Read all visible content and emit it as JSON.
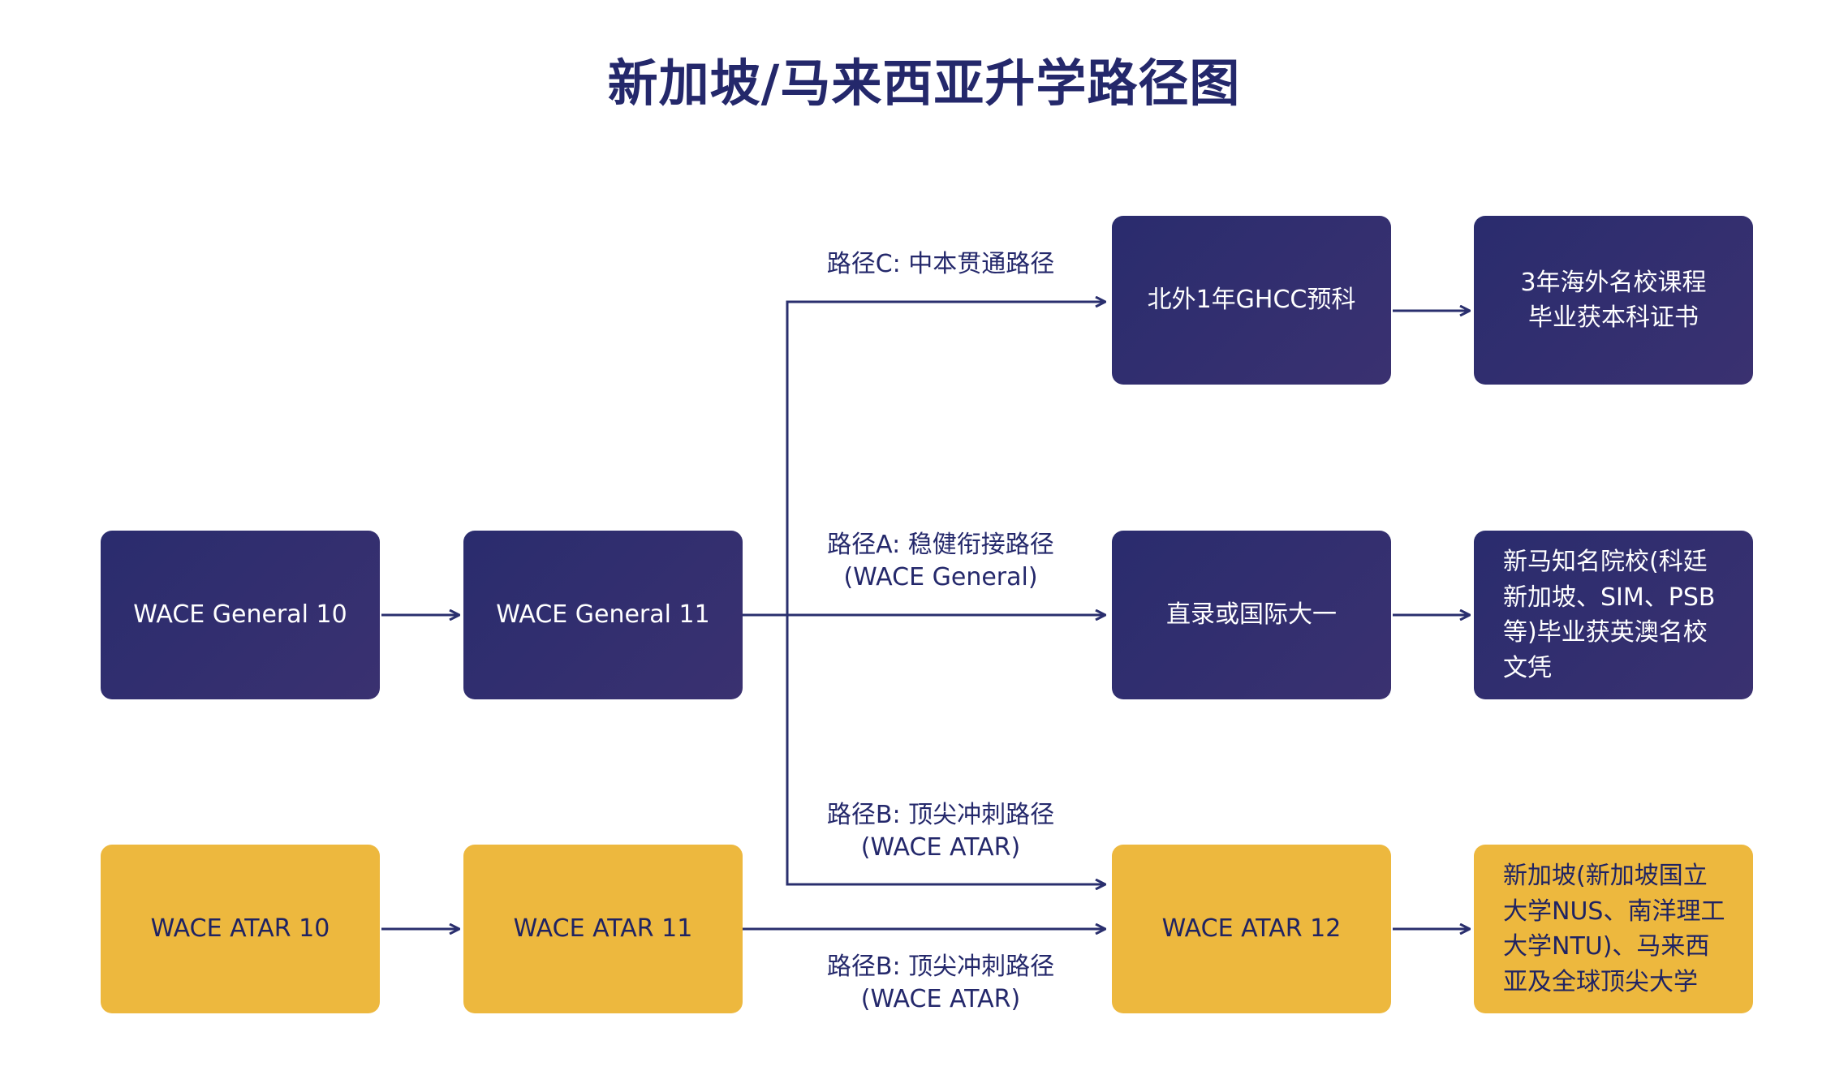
{
  "title": "新加坡/马来西亚升学路径图",
  "colors": {
    "navy": "#2e2f6e",
    "gold": "#edb83e",
    "text_dark": "#24286b",
    "arrow": "#2a2f6e"
  },
  "boxes": {
    "general10": "WACE General 10",
    "general11": "WACE General 11",
    "ghcc": "北外1年GHCC预科",
    "overseas": "3年海外名校课程\n毕业获本科证书",
    "direct": "直录或国际大一",
    "sgmy_schools": "新马知名院校(科廷\n新加坡、SIM、PSB\n等)毕业获英澳名校\n文凭",
    "atar10": "WACE ATAR 10",
    "atar11": "WACE ATAR 11",
    "atar12": "WACE ATAR 12",
    "top_unis": "新加坡(新加坡国立\n大学NUS、南洋理工\n大学NTU)、马来西\n亚及全球顶尖大学"
  },
  "labels": {
    "path_c": "路径C: 中本贯通路径",
    "path_a_line1": "路径A: 稳健衔接路径",
    "path_a_line2": "(WACE General)",
    "path_b_upper_line1": "路径B: 顶尖冲刺路径",
    "path_b_upper_line2": "(WACE ATAR)",
    "path_b_lower_line1": "路径B: 顶尖冲刺路径",
    "path_b_lower_line2": "(WACE ATAR)"
  }
}
